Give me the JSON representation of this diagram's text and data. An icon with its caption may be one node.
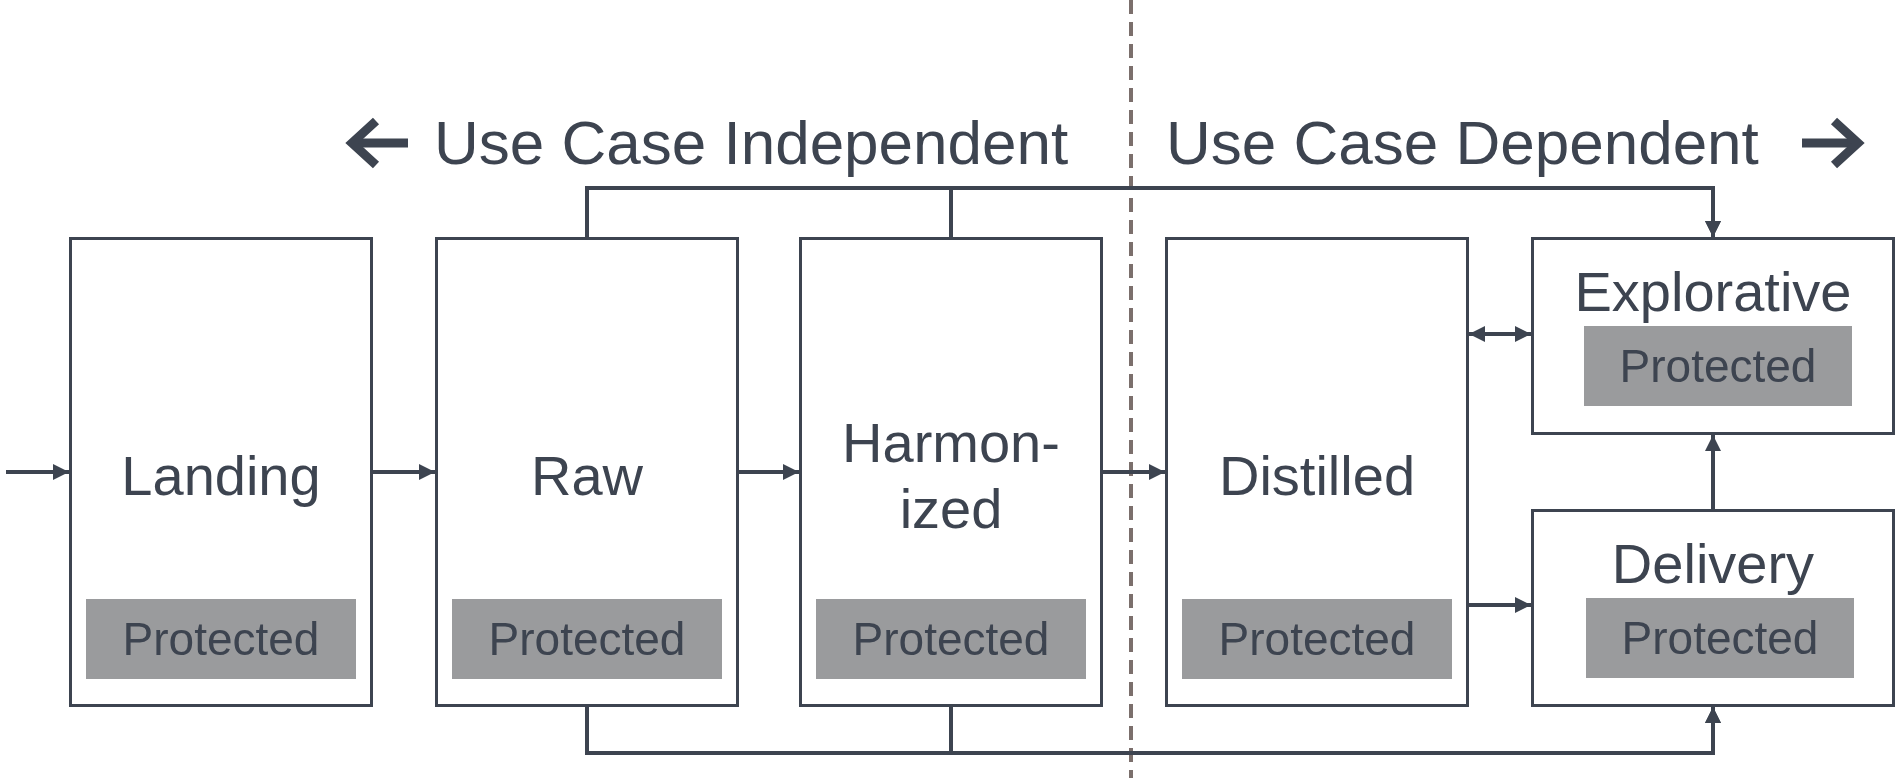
{
  "diagram": {
    "nodes": [
      {
        "text": [
          "Landing"
        ]
      },
      {
        "text": [
          "Protected"
        ],
        "in": 0
      },
      {
        "text": [
          "Raw"
        ]
      },
      {
        "text": [
          "Protected"
        ],
        "in": 2
      },
      {
        "text": [
          "Harmon-ized"
        ]
      },
      {
        "text": [
          "Protected"
        ],
        "in": 4
      },
      {
        "text": [
          "Distilled"
        ]
      },
      {
        "text": [
          "Protected"
        ],
        "in": 6
      },
      {
        "text": [
          "Explorative"
        ]
      },
      {
        "text": [
          "Protected"
        ],
        "in": 8
      },
      {
        "text": [
          "Delivery"
        ]
      },
      {
        "text": [
          "Protected"
        ],
        "in": 10
      }
    ],
    "edges": [
      {
        "from": null,
        "to": 0,
        "arrow": "to"
      },
      {
        "from": 0,
        "to": 2,
        "arrow": "to"
      },
      {
        "from": 2,
        "to": 4,
        "arrow": "to"
      },
      {
        "from": 4,
        "to": 6,
        "arrow": "to"
      },
      {
        "from": 6,
        "to": 8,
        "arrow": "both"
      },
      {
        "from": 6,
        "to": 10,
        "arrow": "to"
      },
      {
        "from": 10,
        "to": 8,
        "arrow": "to"
      },
      {
        "from": 2,
        "to": 8,
        "arrow": "to"
      },
      {
        "from": 4,
        "to": 8,
        "arrow": "to"
      },
      {
        "from": 2,
        "to": 10,
        "arrow": "to"
      },
      {
        "from": 4,
        "to": 10,
        "arrow": "to"
      }
    ],
    "labels": [
      "Use Case Independent",
      "Use Case Dependent"
    ]
  }
}
